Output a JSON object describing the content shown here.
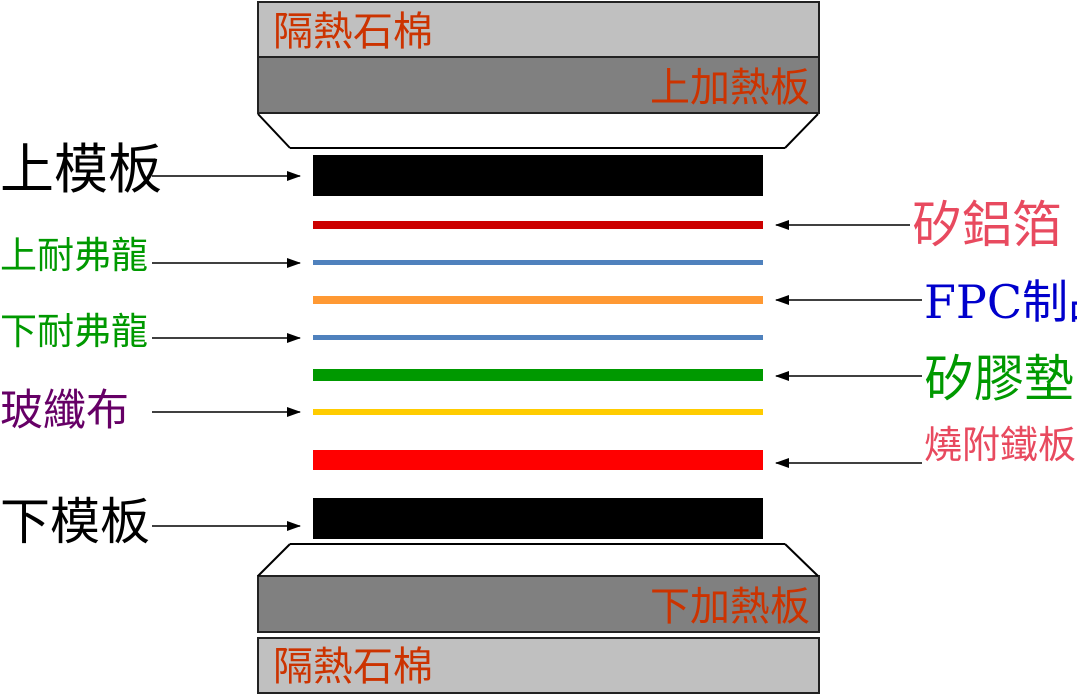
{
  "colors": {
    "insulation": "#c0c0c0",
    "heat_plate": "#808080",
    "plate_text": "#cc3300",
    "black": "#000000",
    "green": "#009900",
    "purple": "#660066",
    "blue": "#0000cc",
    "pink": "#e84a5f"
  },
  "top_insulation": {
    "label": "隔熱石棉"
  },
  "top_heat_plate": {
    "label": "上加熱板"
  },
  "bottom_heat_plate": {
    "label": "下加熱板"
  },
  "bottom_insulation": {
    "label": "隔熱石棉"
  },
  "layers": [
    {
      "name": "upper-mold",
      "color": "#000000"
    },
    {
      "name": "silicone-foil",
      "color": "#cc0000"
    },
    {
      "name": "upper-teflon",
      "color": "#4f81bd"
    },
    {
      "name": "fpc-product",
      "color": "#ff9933"
    },
    {
      "name": "lower-teflon",
      "color": "#4f81bd"
    },
    {
      "name": "silicone-pad",
      "color": "#009900"
    },
    {
      "name": "fiberglass-cloth",
      "color": "#ffcc00"
    },
    {
      "name": "release-steel",
      "color": "#ff0000"
    },
    {
      "name": "lower-mold",
      "color": "#000000"
    }
  ],
  "left_labels": {
    "upper_mold": "上模板",
    "upper_teflon": "上耐弗龍",
    "lower_teflon": "下耐弗龍",
    "fiberglass": "玻纖布",
    "lower_mold": "下模板"
  },
  "right_labels": {
    "silicone_foil": "矽鋁箔",
    "fpc": "FPC制品",
    "silicone_pad": "矽膠墊",
    "release_steel": "燒附鐵板"
  }
}
